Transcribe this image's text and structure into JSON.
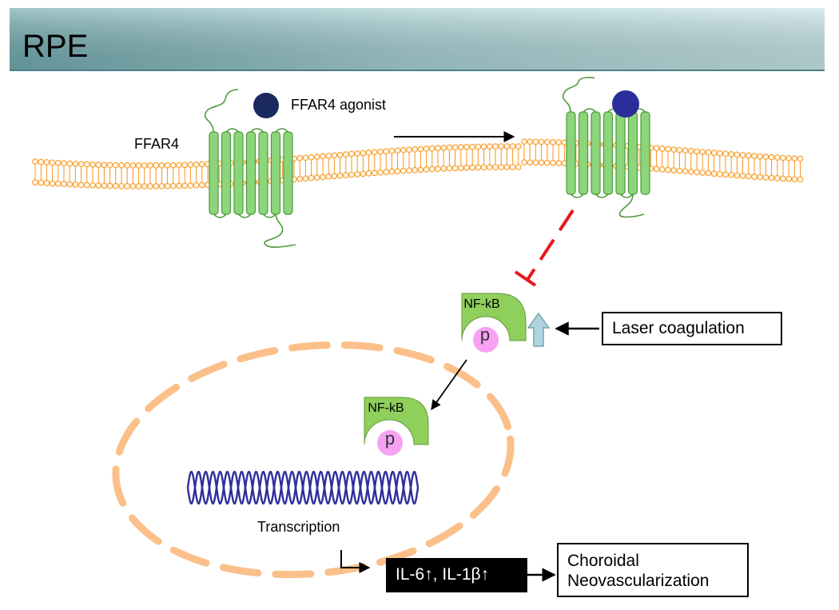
{
  "header": {
    "title": "RPE"
  },
  "labels": {
    "receptor": "FFAR4",
    "agonist": "FFAR4 agonist",
    "nfkb": "NF-kB",
    "phospho": "p",
    "transcription": "Transcription",
    "laser": "Laser coagulation",
    "cytokines": "IL-6↑, IL-1β↑",
    "outcome_line1": "Choroidal",
    "outcome_line2": "Neovascularization"
  },
  "colors": {
    "header_band": "#a8d3d6",
    "membrane": "#f7941d",
    "receptor": "#8cd57a",
    "agonist_free": "#1b2a5e",
    "agonist_bound": "#2b2e9a",
    "nfkb": "#8fcf5c",
    "phospho": "#f7a1f2",
    "inhibition": "#e8161b",
    "nucleus": "#fbc08a",
    "dna": "#2f2f9c",
    "up_arrow": "#aed4dd",
    "cytokine_box": "#000000"
  }
}
